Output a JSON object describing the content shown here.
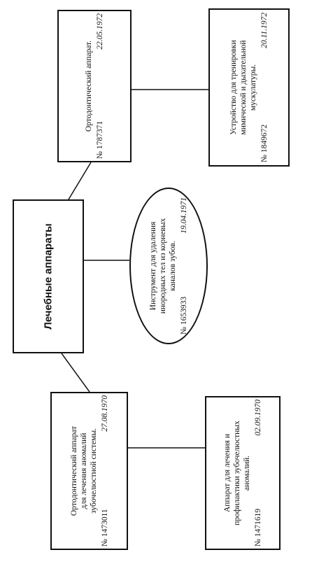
{
  "central": {
    "label": "Лечебные аппараты"
  },
  "nodes": {
    "ortho_1972": {
      "lines": [
        "Ортодонтический аппарат."
      ],
      "number": "№ 1787371",
      "date": "22.05.1972"
    },
    "trainer_1972": {
      "lines": [
        "Устройство для тренировки",
        "мимической и дыхательной",
        "мускулатуры."
      ],
      "number": "№ 1849672",
      "date": "20.11.1972"
    },
    "instrument_1971": {
      "lines": [
        "Инструмент для удаления",
        "инородных тел из корневых",
        "каналов зубов."
      ],
      "number": "№ 1653933",
      "date": "19.04.1971"
    },
    "ortho_1970": {
      "lines": [
        "Ортодонтический аппарат",
        "для лечения аномалий",
        "зубочелюстной системы."
      ],
      "number": "№ 1473011",
      "date": "27.08.1970"
    },
    "prophylaxis_1970": {
      "lines": [
        "Аппарат для лечения и",
        "профилактики зубочелюстных",
        "аномалий."
      ],
      "number": "№ 1471619",
      "date": "02.09.1970"
    }
  }
}
